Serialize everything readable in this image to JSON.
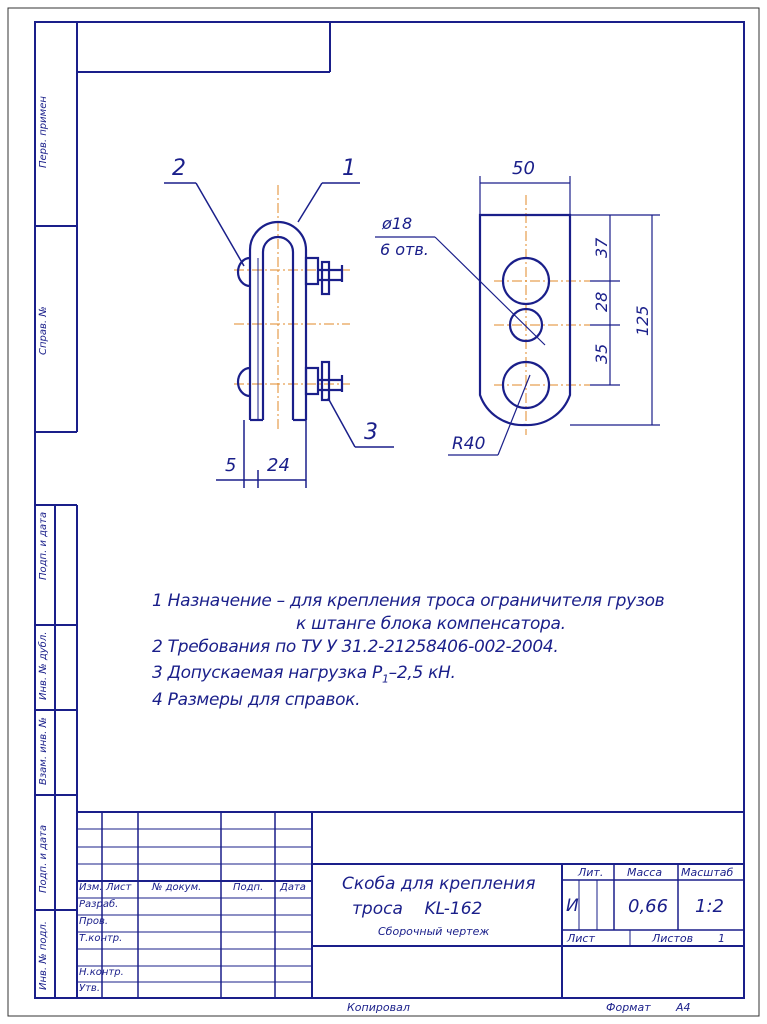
{
  "side_labels": {
    "perv_primen": "Перв. примен",
    "sprav_no": "Справ. №",
    "podp_data_1": "Подп. и дата",
    "inv_dubl": "Инв. № дубл.",
    "vzam_inv": "Взам. инв. №",
    "podp_data_2": "Подп. и дата",
    "inv_podl": "Инв. № подл."
  },
  "drawing": {
    "callout_1": "1",
    "callout_2": "2",
    "callout_3": "3",
    "dim_5": "5",
    "dim_24": "24",
    "dim_50": "50",
    "dim_d18": "ø18",
    "dim_6otv": "6 отв.",
    "dim_37": "37",
    "dim_28": "28",
    "dim_35": "35",
    "dim_125": "125",
    "dim_r40": "R40"
  },
  "notes": {
    "line1": "1 Назначение – для крепления троса ограничителя грузов",
    "line1b": "к штанге блока компенсатора.",
    "line2": "2 Требования по ТУ У 31.2-21258406-002-2004.",
    "line3_pre": "3 Допускаемая нагрузка P",
    "line3_sub": "1",
    "line3_post": "–2,5 кН.",
    "line4": "4 Размеры для справок."
  },
  "title_block": {
    "col_izm": "Изм.",
    "col_list": "Лист",
    "col_doc": "№ докум.",
    "col_podp": "Подп.",
    "col_data": "Дата",
    "row_razrab": "Разраб.",
    "row_prov": "Пров.",
    "row_tkontr": "Т.контр.",
    "row_nkontr": "Н.контр.",
    "row_utv": "Утв.",
    "title_line1": "Скоба для крепления",
    "title_line2": "троса    KL-162",
    "title_line3": "Сборочный чертеж",
    "lit_label": "Лит.",
    "massa_label": "Масса",
    "masshtab_label": "Масштаб",
    "lit_value": "И",
    "massa_value": "0,66",
    "masshtab_value": "1:2",
    "list_label": "Лист",
    "listov_label": "Листов",
    "listov_value": "1"
  },
  "footer": {
    "kopiroval": "Копировал",
    "format_label": "Формат",
    "format_value": "А4"
  },
  "colors": {
    "line": "#1a1f8a",
    "axis": "#e08a2a"
  }
}
